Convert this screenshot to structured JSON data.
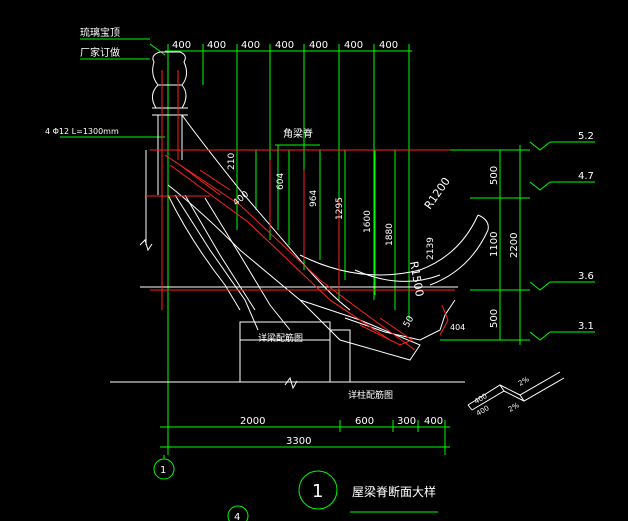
{
  "annotations": {
    "glazed_top_line1": "琉璃宝顶",
    "glazed_top_line2": "厂家订做",
    "rebar_note": "4 Φ12 L=1300mm",
    "corner_ridge": "角梁脊",
    "beam_rebar_ref": "详梁配筋图",
    "column_rebar_ref": "详柱配筋图",
    "drawing_title": "屋梁脊断面大样",
    "detail_number": "1",
    "grid_axis_1": "1",
    "grid_axis_4": "4"
  },
  "top_dimensions": [
    "400",
    "400",
    "400",
    "400",
    "400",
    "400",
    "400"
  ],
  "elevations": [
    "5.2",
    "4.7",
    "3.6",
    "3.1"
  ],
  "right_dimensions": {
    "seg_top": "500",
    "seg_mid": "1100",
    "seg_bot": "500",
    "total": "2200"
  },
  "bottom_dimensions": {
    "seg1": "2000",
    "seg2": "600",
    "seg3": "300",
    "seg4": "400",
    "total": "3300"
  },
  "vertical_dimensions": [
    "210",
    "604",
    "964",
    "1295",
    "1600",
    "1880",
    "2139"
  ],
  "inclined_dimensions": {
    "dim_400": "400",
    "dim_50": "50",
    "dim_404": "404"
  },
  "radii": {
    "r1": "R1200",
    "r2": "R1500"
  },
  "small_detail": {
    "label_a": "400",
    "label_b": "400",
    "label_c": "2%",
    "label_d": "2%"
  },
  "colors": {
    "background": "#000000",
    "outline": "#ffffff",
    "dimension": "#00ff00",
    "rebar": "#ff2020",
    "text": "#ffffff"
  }
}
